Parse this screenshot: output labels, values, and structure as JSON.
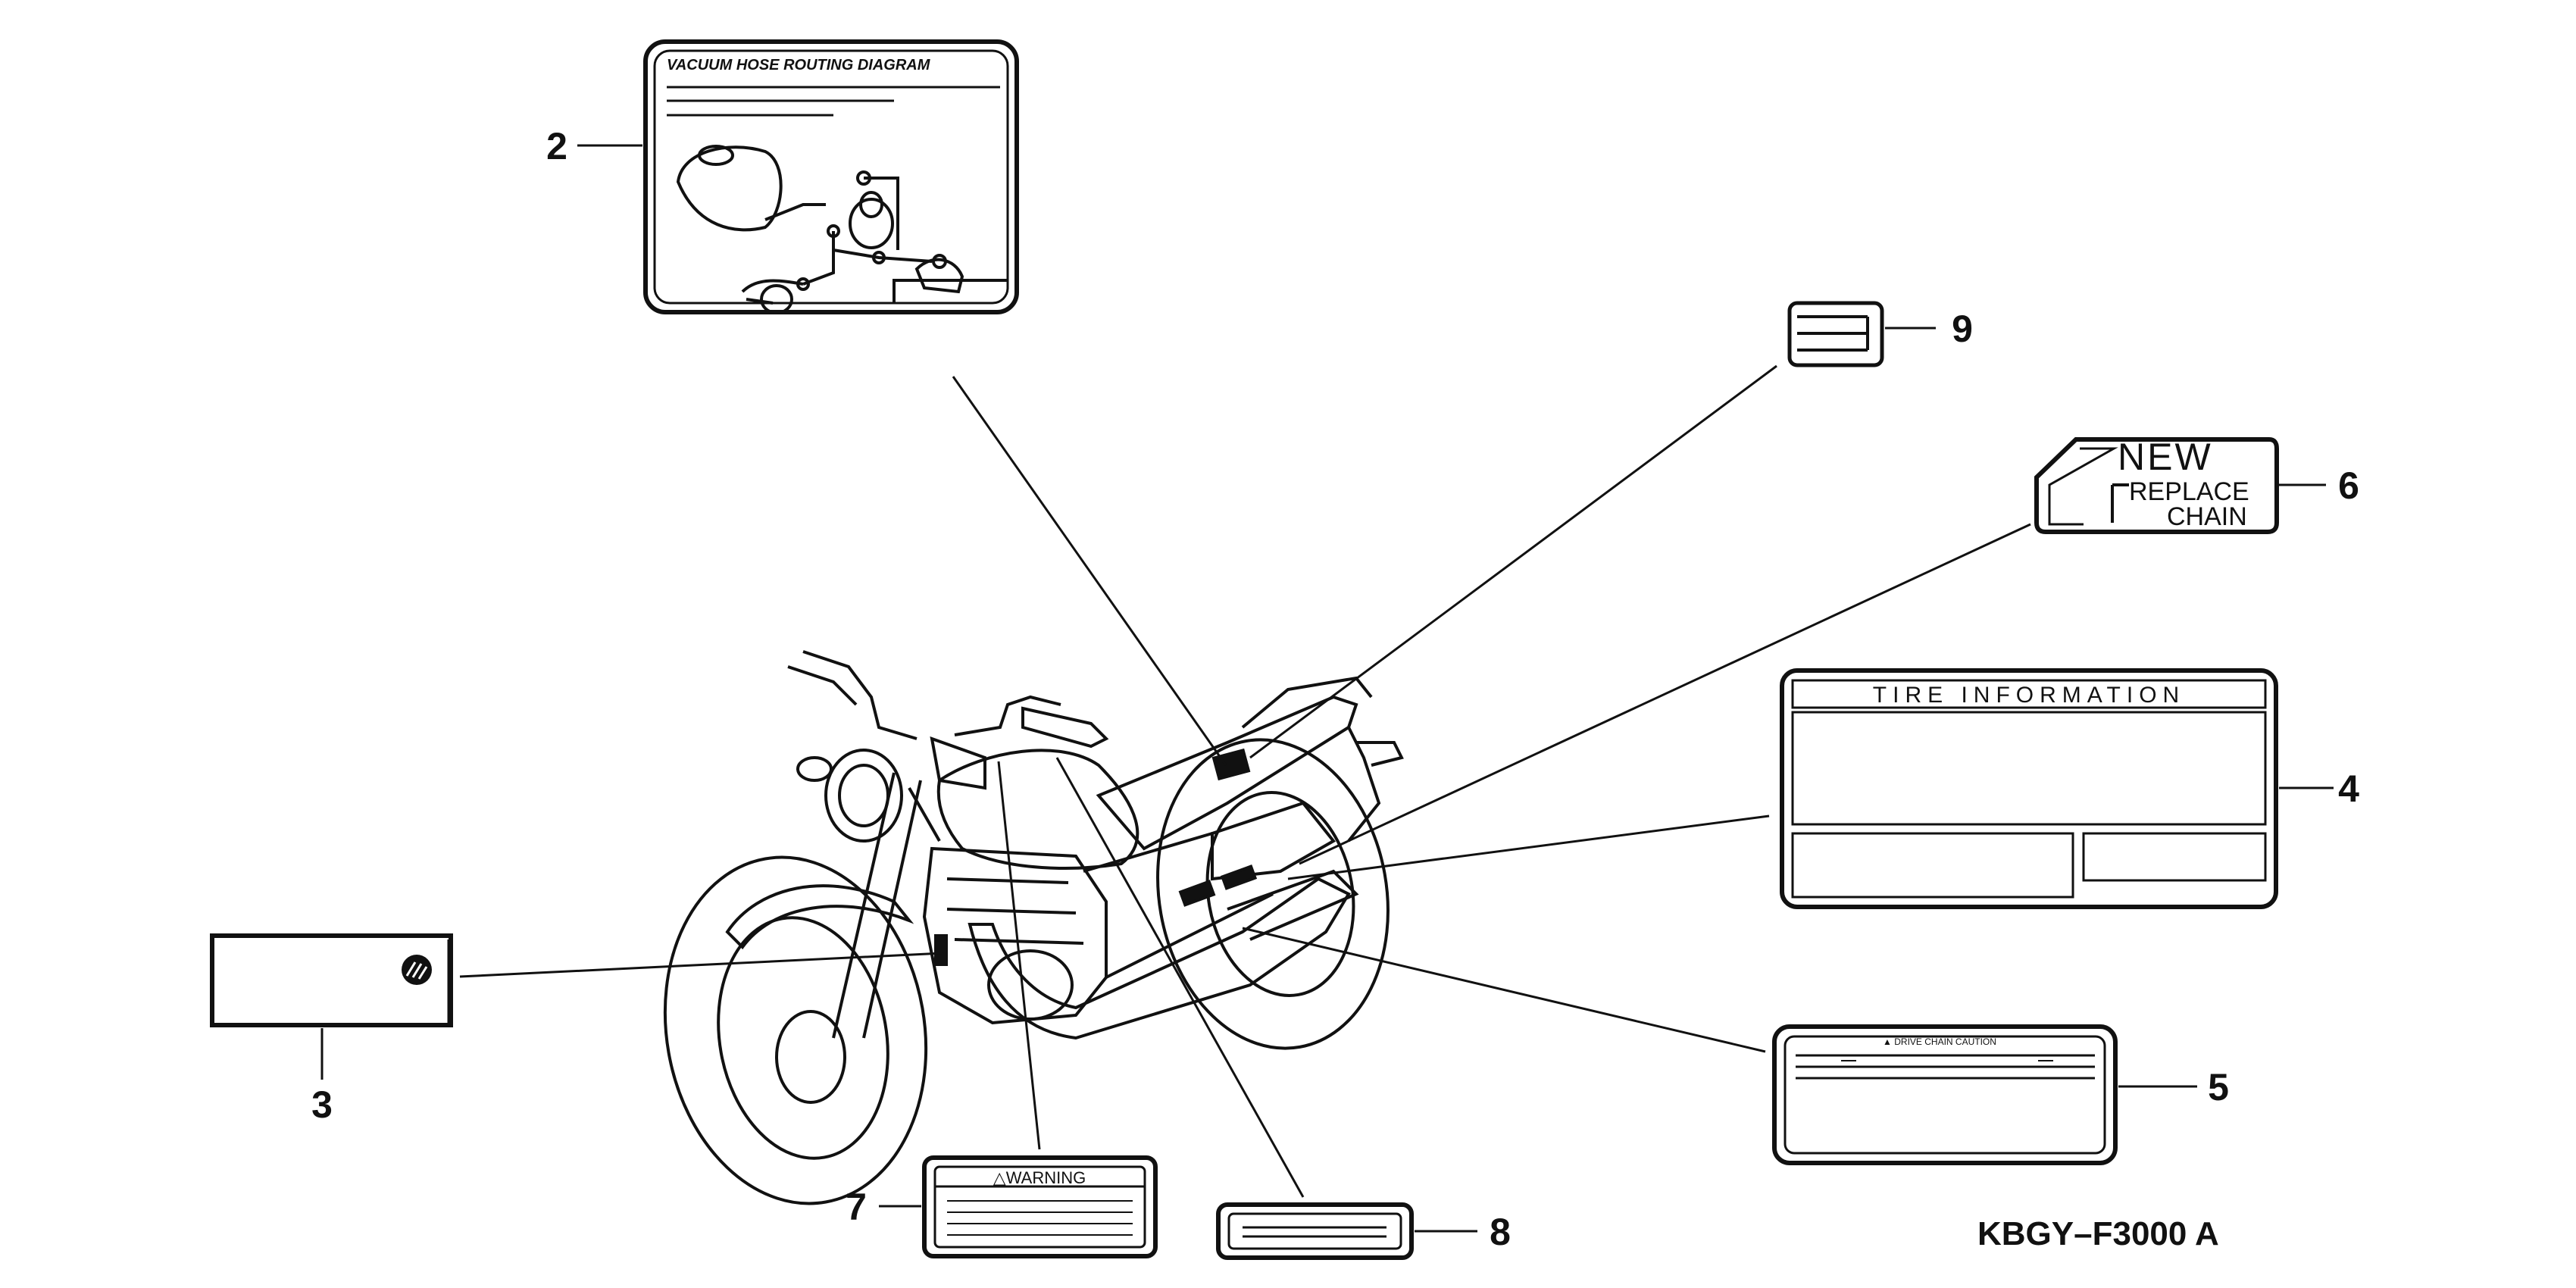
{
  "diagram": {
    "reference_code": "KBGY–F3000 A",
    "callouts": [
      {
        "id": "2",
        "label": "2"
      },
      {
        "id": "3",
        "label": "3"
      },
      {
        "id": "4",
        "label": "4"
      },
      {
        "id": "5",
        "label": "5"
      },
      {
        "id": "6",
        "label": "6"
      },
      {
        "id": "7",
        "label": "7"
      },
      {
        "id": "8",
        "label": "8"
      },
      {
        "id": "9",
        "label": "9"
      }
    ],
    "labels": {
      "vacuum": {
        "title": "VACUUM HOSE ROUTING DIAGRAM"
      },
      "tire": {
        "title": "TIRE INFORMATION"
      },
      "drive_chain": {
        "title": "▲ DRIVE CHAIN CAUTION"
      },
      "chain": {
        "line1": "NEW",
        "line2": "REPLACE",
        "line3": "CHAIN"
      },
      "warning": {
        "title": "△WARNING"
      }
    }
  }
}
